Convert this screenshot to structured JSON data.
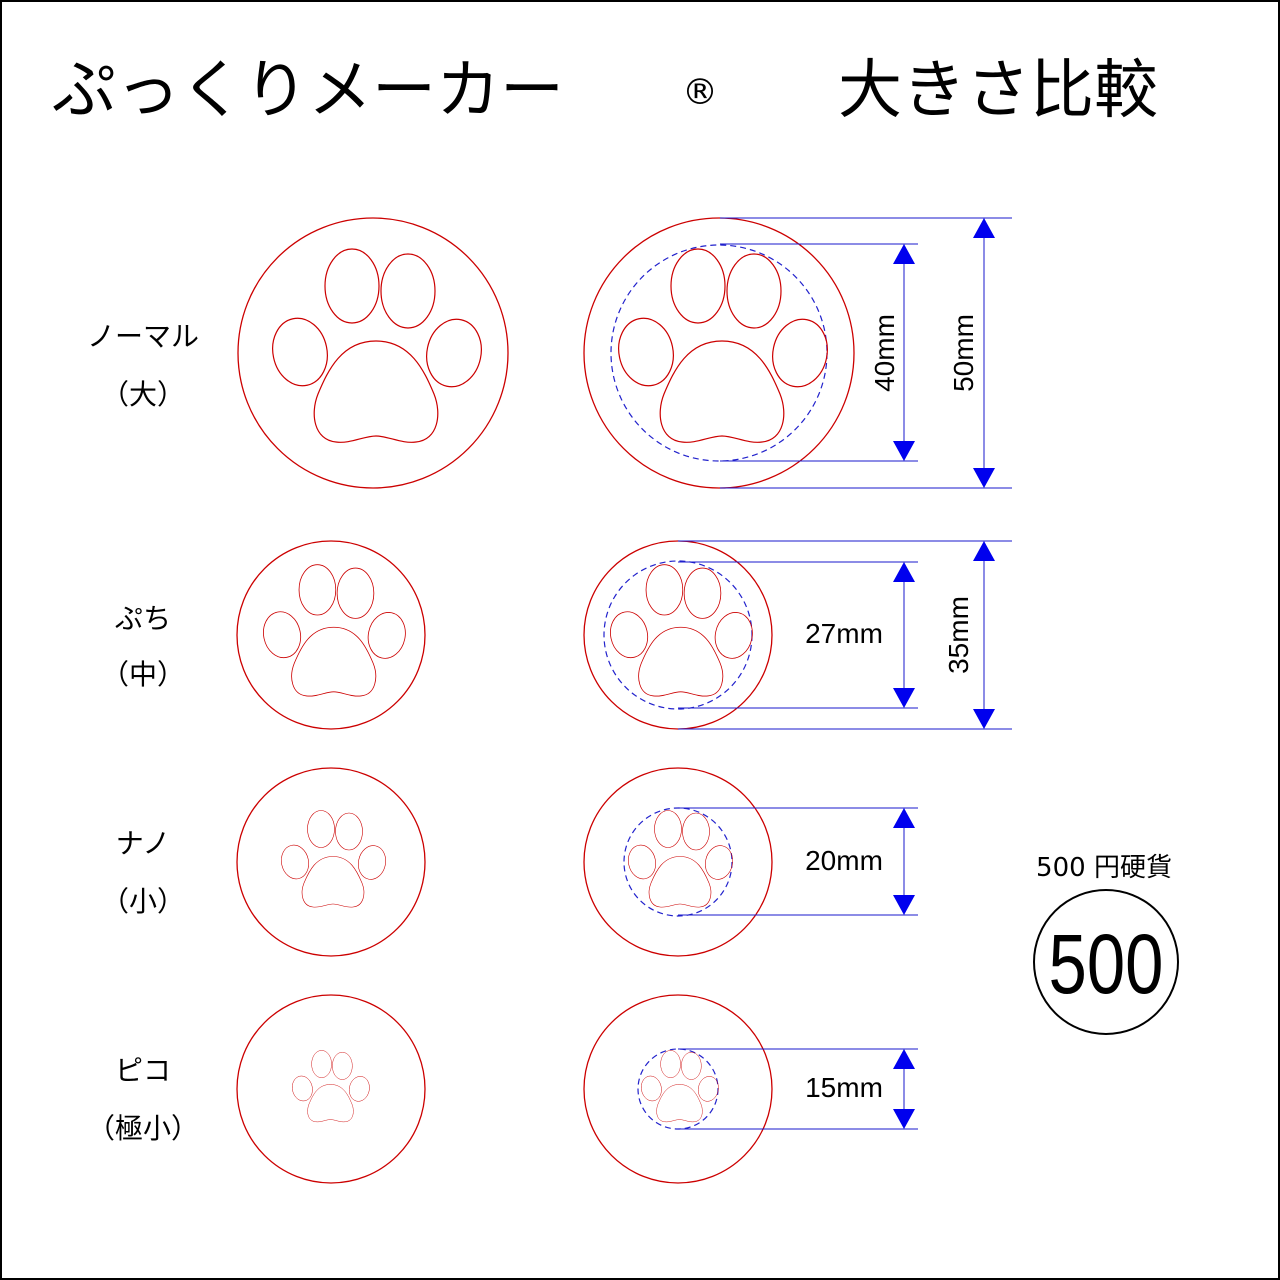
{
  "title": {
    "product": "ぷっくりメーカー",
    "registered_mark": "®",
    "subtitle": "大きさ比較"
  },
  "rows": [
    {
      "name": "ノーマル",
      "size": "（大）",
      "inner": "40mm",
      "outer": "50mm"
    },
    {
      "name": "ぷち",
      "size": "（中）",
      "inner": "27mm",
      "outer": "35mm"
    },
    {
      "name": "ナノ",
      "size": "（小）",
      "inner": "20mm"
    },
    {
      "name": "ピコ",
      "size": "（極小）",
      "inner": "15mm"
    }
  ],
  "coin": {
    "label": "500 円硬貨",
    "value": "500"
  },
  "colors": {
    "outline_red": "#cc0000",
    "dimension_blue": "#0000ee",
    "dashed_blue": "#2222cc",
    "frame": "#000000"
  }
}
